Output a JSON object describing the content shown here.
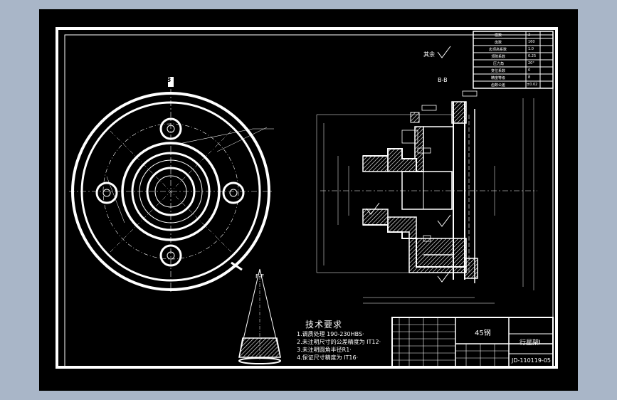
{
  "section_labels": {
    "left_view": "8",
    "bb": "B-B",
    "ff": "F-F"
  },
  "tech_requirements": {
    "title": "技术要求",
    "lines": [
      "1.调质处理 190-230HBS·",
      "2.未注明尺寸的公差精度为 IT12·",
      "3.未注明圆角半径R1·",
      "4.保证尺寸精度为 IT16·"
    ]
  },
  "surface_note": "其余",
  "parameter_table": {
    "rows": [
      {
        "label": "模数",
        "value": "2"
      },
      {
        "label": "齿数",
        "value": "160"
      },
      {
        "label": "齿顶高系数",
        "value": "1.0"
      },
      {
        "label": "顶隙系数",
        "value": "0.25"
      },
      {
        "label": "压力角",
        "value": "20°"
      },
      {
        "label": "变位系数",
        "value": "0"
      },
      {
        "label": "精度等级",
        "value": "8"
      },
      {
        "label": "齿数公差",
        "value": "±0.02"
      }
    ]
  },
  "title_block": {
    "material": "45钢",
    "part_name": "行星架I",
    "drawing_number": "JD-110119-05"
  },
  "colors": {
    "background": "#000000",
    "lines": "#ffffff",
    "window_frame": "#a9b6c8"
  }
}
